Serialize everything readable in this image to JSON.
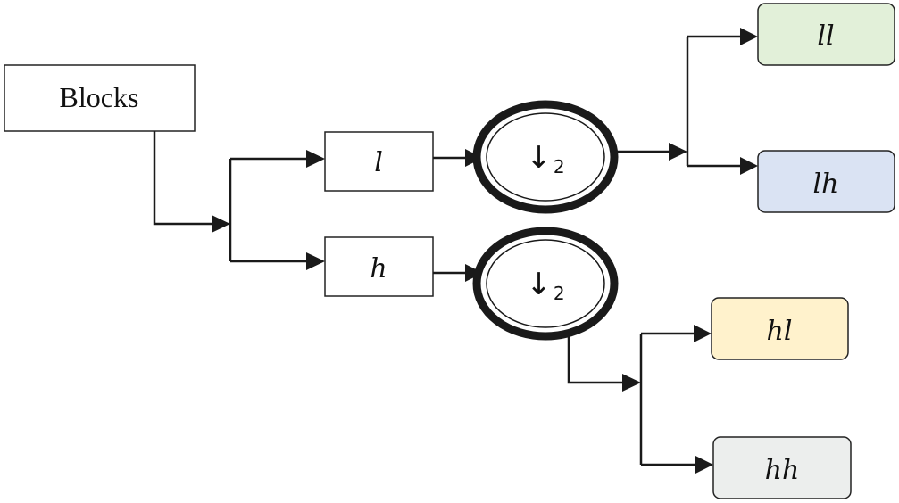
{
  "diagram": {
    "input": {
      "label": "Blocks"
    },
    "filters": {
      "low": {
        "label": "l"
      },
      "high": {
        "label": "h"
      }
    },
    "downsamplers": {
      "low": {
        "arrow": "↓",
        "factor": "2"
      },
      "high": {
        "arrow": "↓",
        "factor": "2"
      }
    },
    "outputs": {
      "ll": {
        "label": "ll",
        "fill": "#e2f0d9"
      },
      "lh": {
        "label": "lh",
        "fill": "#dae3f3"
      },
      "hl": {
        "label": "hl",
        "fill": "#fff2cc"
      },
      "hh": {
        "label": "hh",
        "fill": "#eceeed"
      }
    }
  }
}
